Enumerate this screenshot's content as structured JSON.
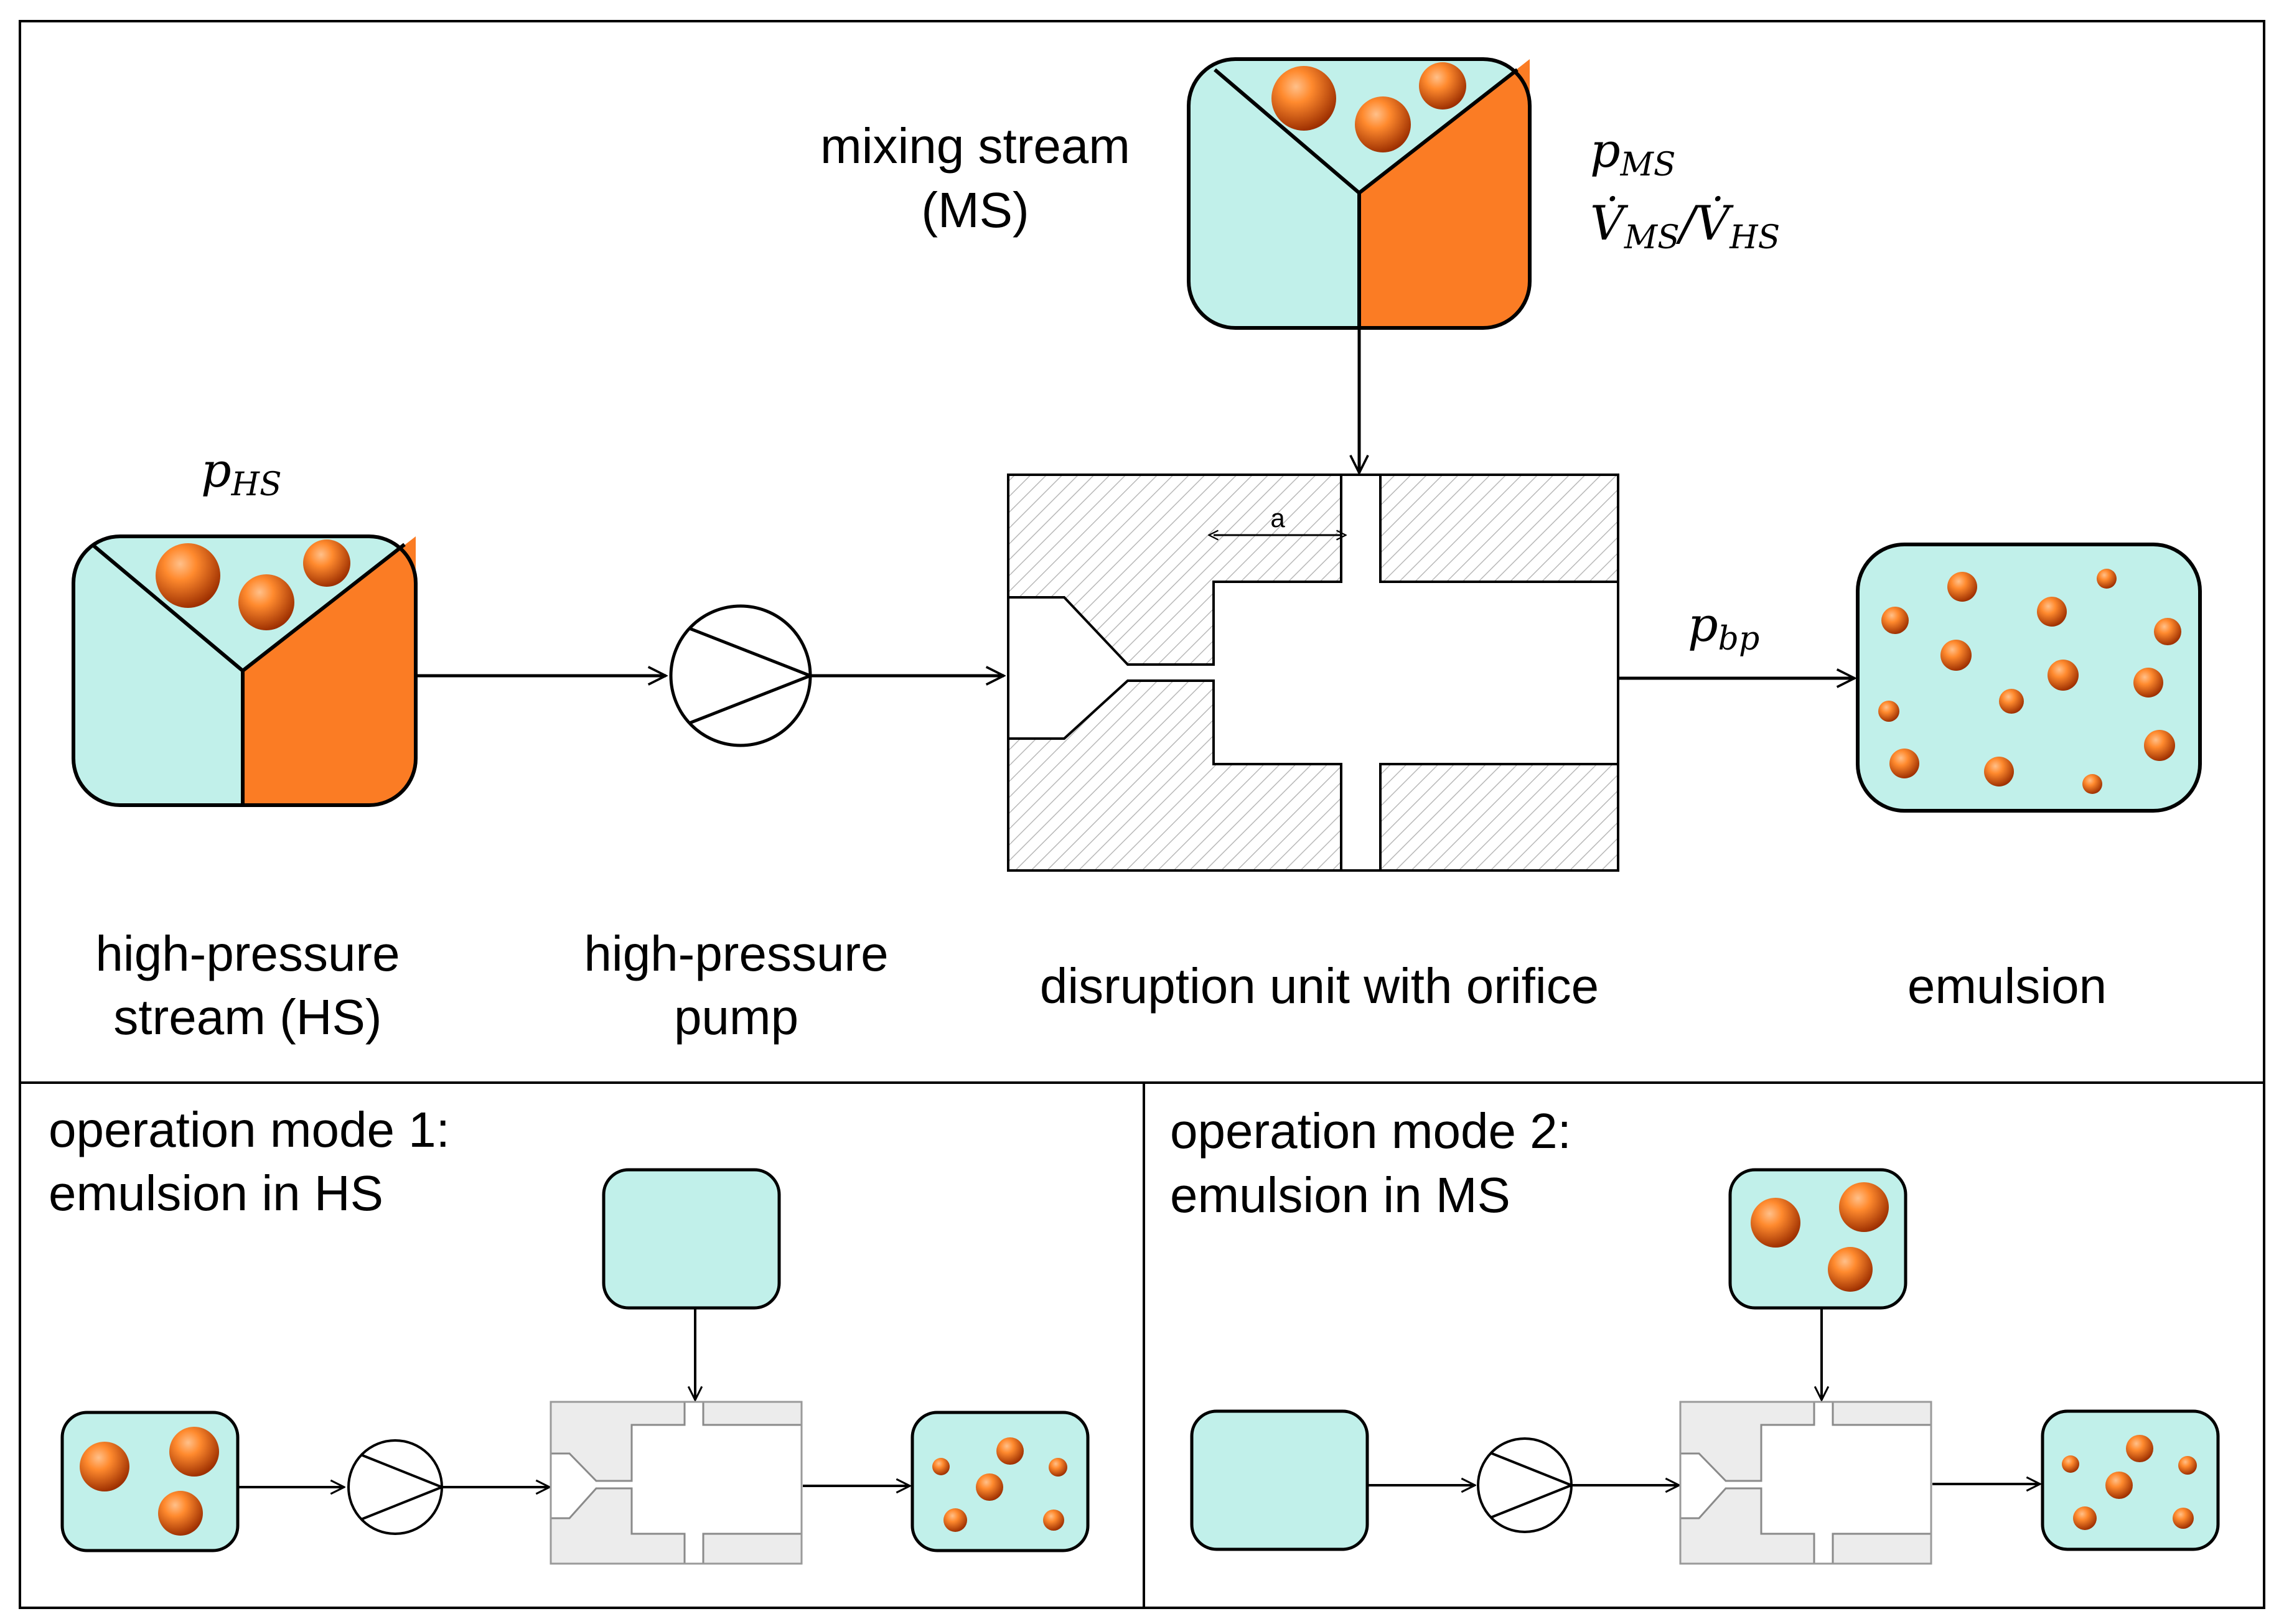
{
  "labels": {
    "mixing_stream_line1": "mixing stream",
    "mixing_stream_line2": "(MS)",
    "hs_line1": "high-pressure",
    "hs_line2": "stream (HS)",
    "pump_line1": "high-pressure",
    "pump_line2": "pump",
    "disruption_unit": "disruption unit with orifice",
    "emulsion": "emulsion",
    "distance": "a"
  },
  "params": {
    "p_hs": {
      "main": "p",
      "sub": "HS"
    },
    "p_ms": {
      "main": "p",
      "sub": "MS"
    },
    "flow_ratio": {
      "num_main": "V̇",
      "num_sub": "MS",
      "den_main": "V̇",
      "den_sub": "HS"
    },
    "p_bp": {
      "main": "p",
      "sub": "bp"
    }
  },
  "modes": {
    "mode1": {
      "line1": "operation mode 1:",
      "line2": "emulsion in HS"
    },
    "mode2": {
      "line1": "operation mode 2:",
      "line2": "emulsion in MS"
    }
  },
  "colors": {
    "aqueous": "#c1f0ea",
    "oil": "#fb7c24",
    "droplet_light": "#ff9a45",
    "droplet_dark": "#a83200",
    "hatch_fill": "#ececec"
  }
}
